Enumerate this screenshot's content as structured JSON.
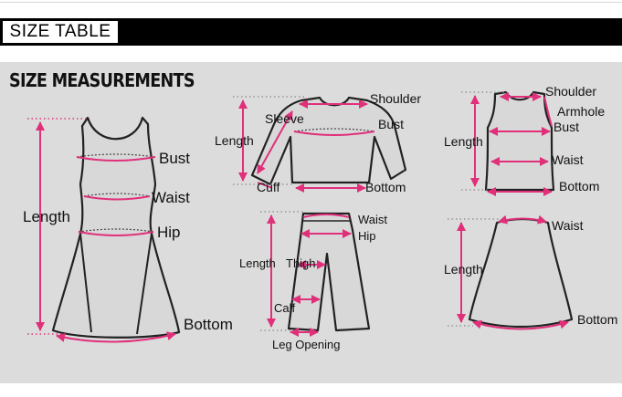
{
  "header": {
    "title": "SIZE TABLE"
  },
  "panel": {
    "title": "SIZE MEASUREMENTS"
  },
  "colors": {
    "accent": "#e0307a",
    "outline": "#222222",
    "panel_bg": "#dcdcdc"
  },
  "dress": {
    "length": "Length",
    "bust": "Bust",
    "waist": "Waist",
    "hip": "Hip",
    "bottom": "Bottom"
  },
  "top": {
    "shoulder": "Shoulder",
    "sleeve": "Sleeve",
    "length": "Length",
    "bust": "Bust",
    "cuff": "Cuff",
    "bottom": "Bottom"
  },
  "pants": {
    "waist": "Waist",
    "hip": "Hip",
    "length": "Length",
    "thigh": "Thigh",
    "calf": "Calf",
    "leg_opening": "Leg Opening"
  },
  "tank": {
    "shoulder": "Shoulder",
    "armhole": "Armhole",
    "bust": "Bust",
    "length": "Length",
    "waist": "Waist",
    "bottom": "Bottom"
  },
  "skirt": {
    "waist": "Waist",
    "length": "Length",
    "bottom": "Bottom"
  }
}
